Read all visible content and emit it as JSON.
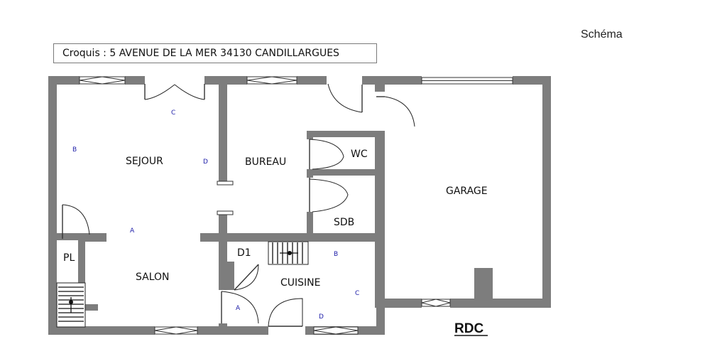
{
  "header": {
    "page_label": "Schéma",
    "sketch_title": "Croquis : 5 AVENUE DE LA MER 34130 CANDILLARGUES"
  },
  "plan": {
    "level_label": "RDC",
    "rooms": {
      "sejour": "SEJOUR",
      "bureau": "BUREAU",
      "wc": "WC",
      "garage": "GARAGE",
      "sdb": "SDB",
      "pl": "PL",
      "salon": "SALON",
      "d1": "D1",
      "cuisine": "CUISINE"
    },
    "markers": {
      "sejour_c": "C",
      "sejour_b": "B",
      "sejour_d": "D",
      "salon_a": "A",
      "cuisine_b": "B",
      "cuisine_c": "C",
      "cuisine_a": "A",
      "cuisine_d": "D"
    }
  },
  "colors": {
    "wall": "#7d7d7d",
    "marker": "#1c1ca8"
  }
}
